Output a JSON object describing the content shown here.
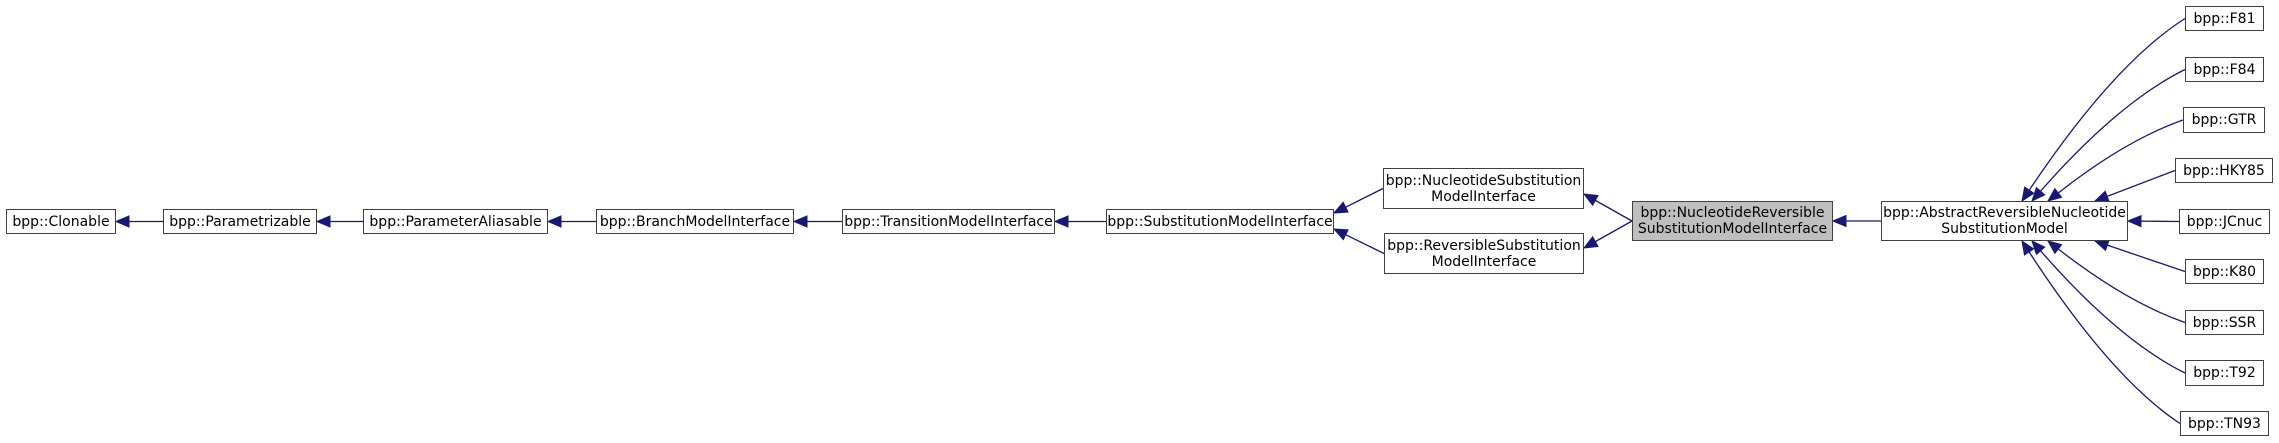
{
  "diagram": {
    "colors": {
      "edge": "#191970",
      "border": "#404040",
      "current_fill": "#bfbfbf"
    },
    "nodes": {
      "clonable": {
        "lines": [
          "bpp::Clonable"
        ]
      },
      "parametrizable": {
        "lines": [
          "bpp::Parametrizable"
        ]
      },
      "parameterAliasable": {
        "lines": [
          "bpp::ParameterAliasable"
        ]
      },
      "branchModel": {
        "lines": [
          "bpp::BranchModelInterface"
        ]
      },
      "transitionModel": {
        "lines": [
          "bpp::TransitionModelInterface"
        ]
      },
      "substitutionModel": {
        "lines": [
          "bpp::SubstitutionModelInterface"
        ]
      },
      "nucleotideSubst": {
        "lines": [
          "bpp::NucleotideSubstitution",
          "ModelInterface"
        ]
      },
      "reversibleSubst": {
        "lines": [
          "bpp::ReversibleSubstitution",
          "ModelInterface"
        ]
      },
      "nucleotideReversible": {
        "lines": [
          "bpp::NucleotideReversible",
          "SubstitutionModelInterface"
        ],
        "current": true
      },
      "abstractReversible": {
        "lines": [
          "bpp::AbstractReversibleNucleotide",
          "SubstitutionModel"
        ]
      },
      "f81": {
        "lines": [
          "bpp::F81"
        ]
      },
      "f84": {
        "lines": [
          "bpp::F84"
        ]
      },
      "gtr": {
        "lines": [
          "bpp::GTR"
        ]
      },
      "hky85": {
        "lines": [
          "bpp::HKY85"
        ]
      },
      "jcnuc": {
        "lines": [
          "bpp::JCnuc"
        ]
      },
      "k80": {
        "lines": [
          "bpp::K80"
        ]
      },
      "ssr": {
        "lines": [
          "bpp::SSR"
        ]
      },
      "t92": {
        "lines": [
          "bpp::T92"
        ]
      },
      "tn93": {
        "lines": [
          "bpp::TN93"
        ]
      }
    },
    "edges": [
      {
        "child": "parametrizable",
        "parent": "clonable"
      },
      {
        "child": "parameterAliasable",
        "parent": "parametrizable"
      },
      {
        "child": "branchModel",
        "parent": "parameterAliasable"
      },
      {
        "child": "transitionModel",
        "parent": "branchModel"
      },
      {
        "child": "substitutionModel",
        "parent": "transitionModel"
      },
      {
        "child": "nucleotideSubst",
        "parent": "substitutionModel"
      },
      {
        "child": "reversibleSubst",
        "parent": "substitutionModel"
      },
      {
        "child": "nucleotideReversible",
        "parent": "nucleotideSubst"
      },
      {
        "child": "nucleotideReversible",
        "parent": "reversibleSubst"
      },
      {
        "child": "abstractReversible",
        "parent": "nucleotideReversible"
      },
      {
        "child": "f81",
        "parent": "abstractReversible"
      },
      {
        "child": "f84",
        "parent": "abstractReversible"
      },
      {
        "child": "gtr",
        "parent": "abstractReversible"
      },
      {
        "child": "hky85",
        "parent": "abstractReversible"
      },
      {
        "child": "jcnuc",
        "parent": "abstractReversible"
      },
      {
        "child": "k80",
        "parent": "abstractReversible"
      },
      {
        "child": "ssr",
        "parent": "abstractReversible"
      },
      {
        "child": "t92",
        "parent": "abstractReversible"
      },
      {
        "child": "tn93",
        "parent": "abstractReversible"
      }
    ]
  }
}
